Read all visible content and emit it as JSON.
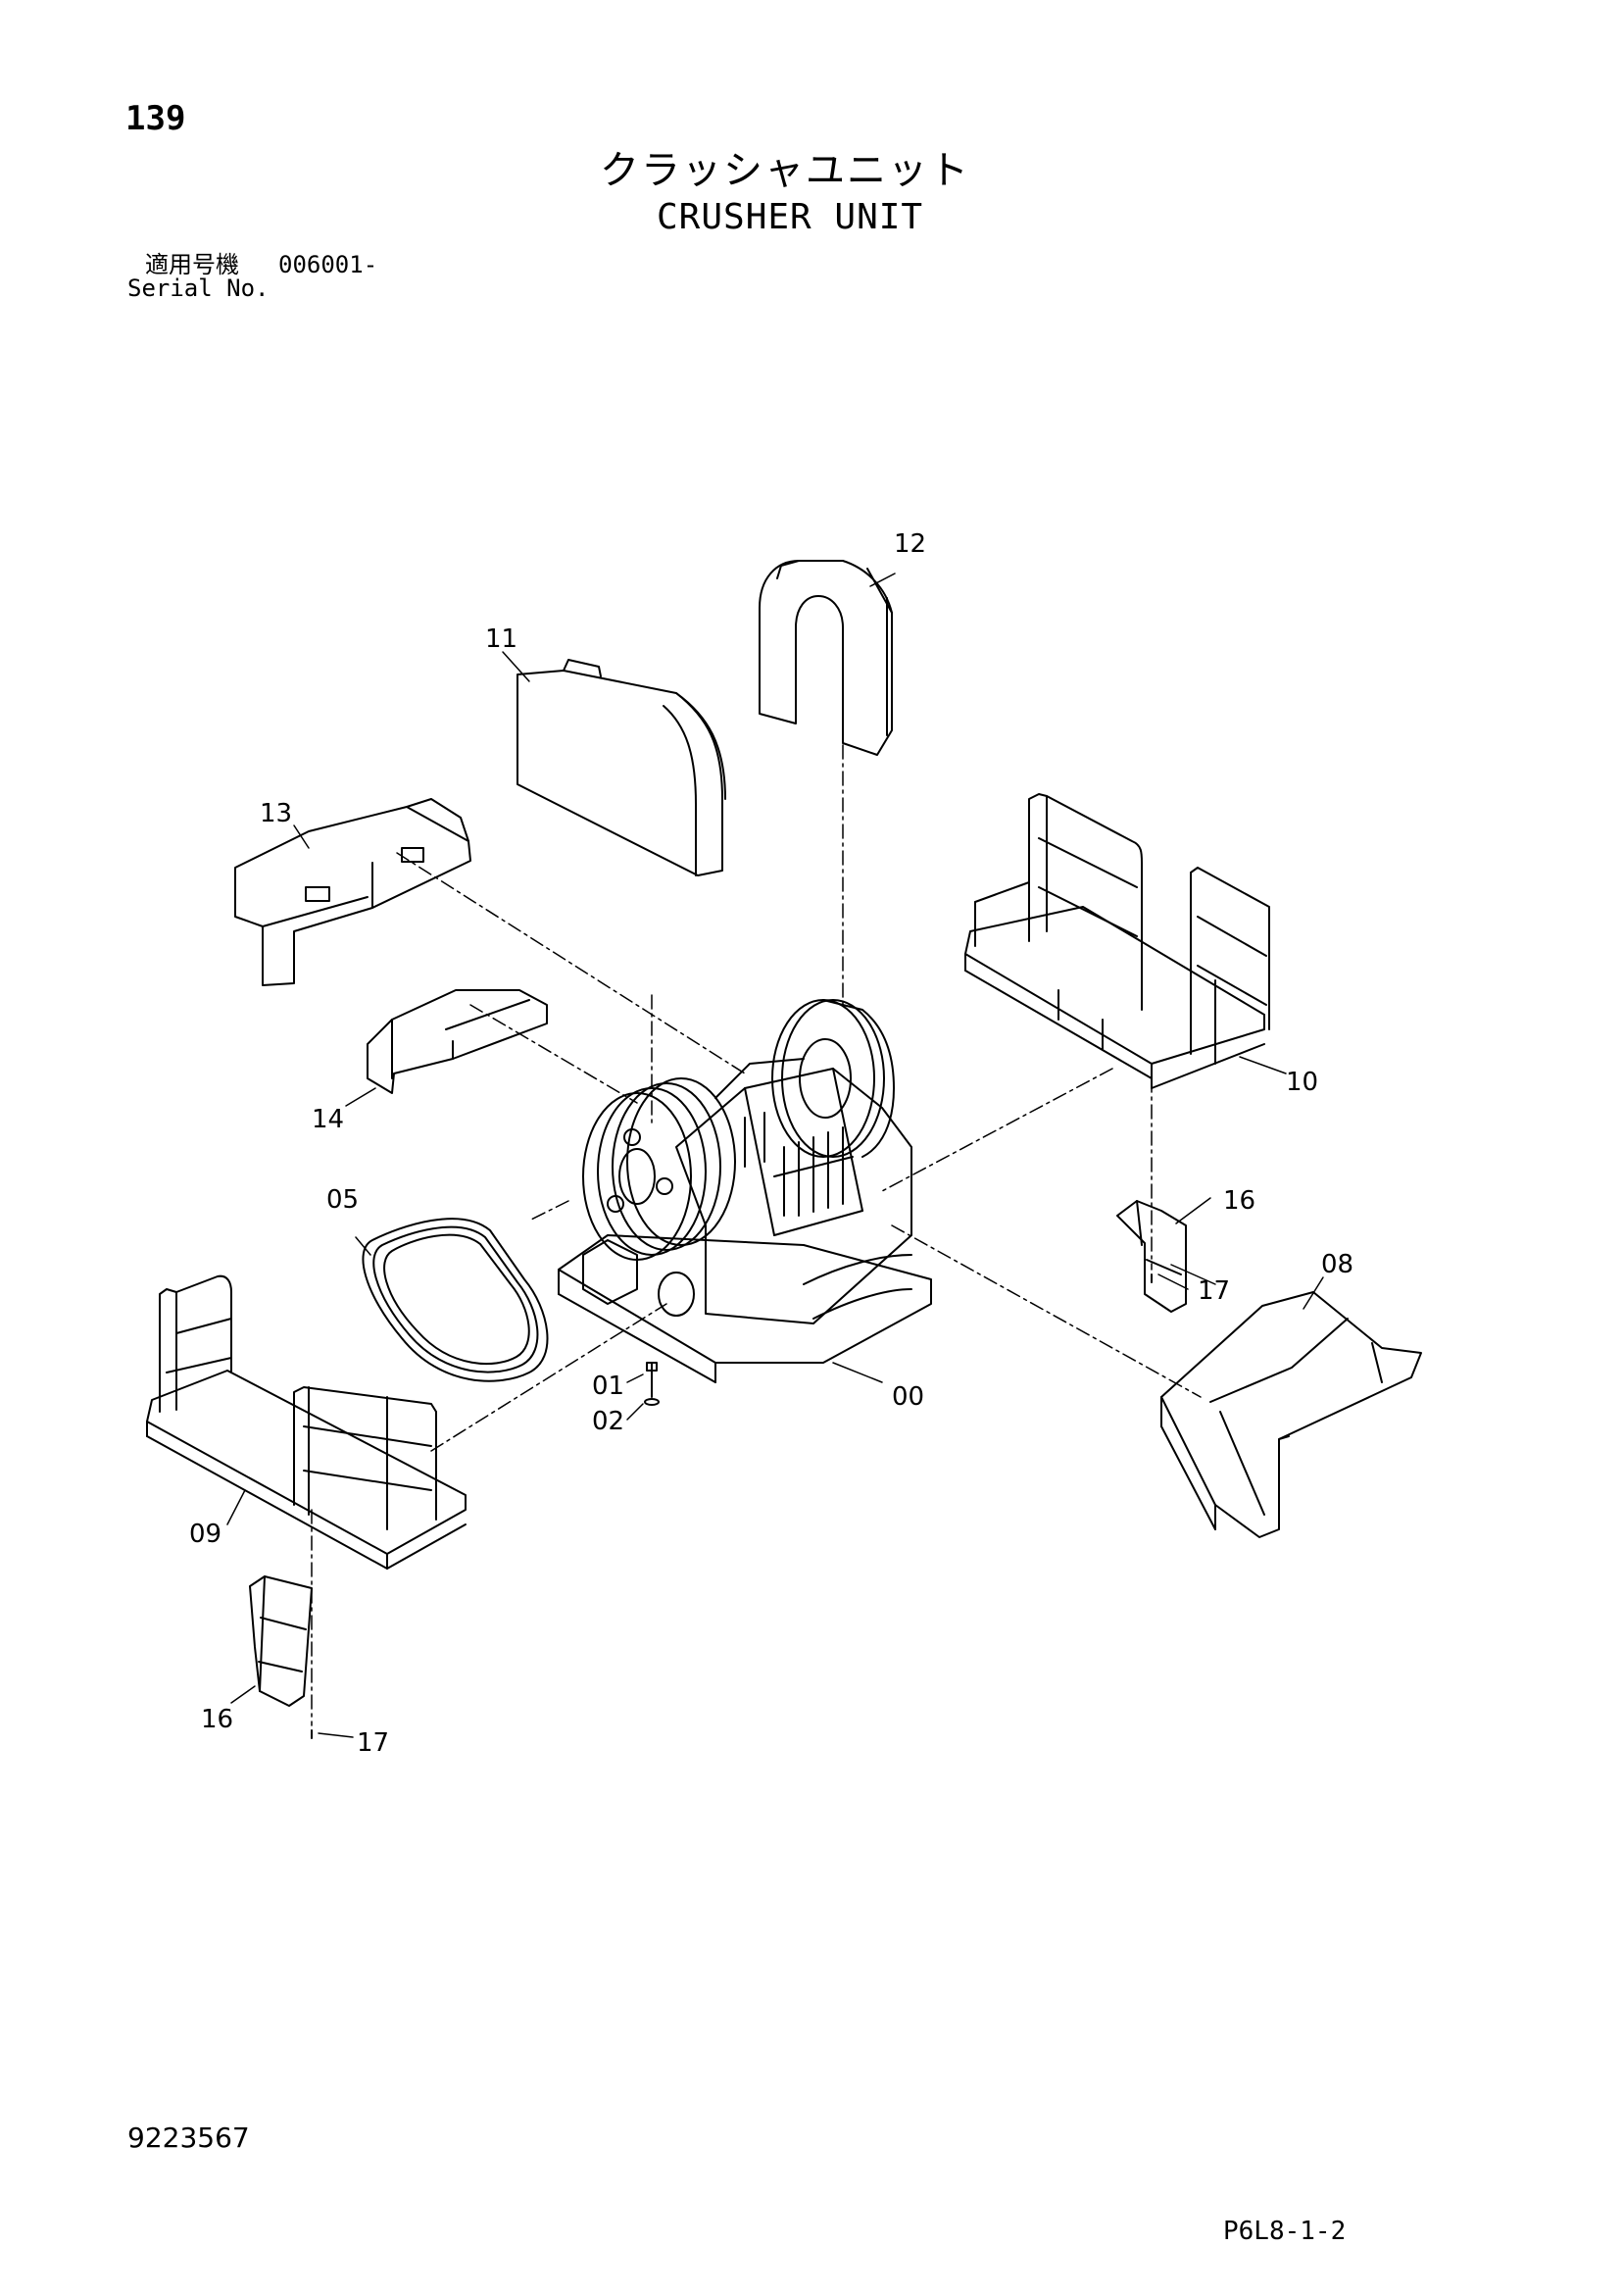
{
  "header": {
    "page_number": "139",
    "title_jp": "クラッシャユニット",
    "title_en": "CRUSHER UNIT",
    "serial_label_jp": "適用号機",
    "serial_value": "006001-",
    "serial_label_en": "Serial No."
  },
  "footer": {
    "doc_number": "9223567",
    "ref_code": "P6L8-1-2"
  },
  "parts": {
    "p00": "00",
    "p01": "01",
    "p02": "02",
    "p05": "05",
    "p08": "08",
    "p09": "09",
    "p10": "10",
    "p11": "11",
    "p12": "12",
    "p13": "13",
    "p14": "14",
    "p16a": "16",
    "p16b": "16",
    "p17a": "17",
    "p17b": "17"
  }
}
